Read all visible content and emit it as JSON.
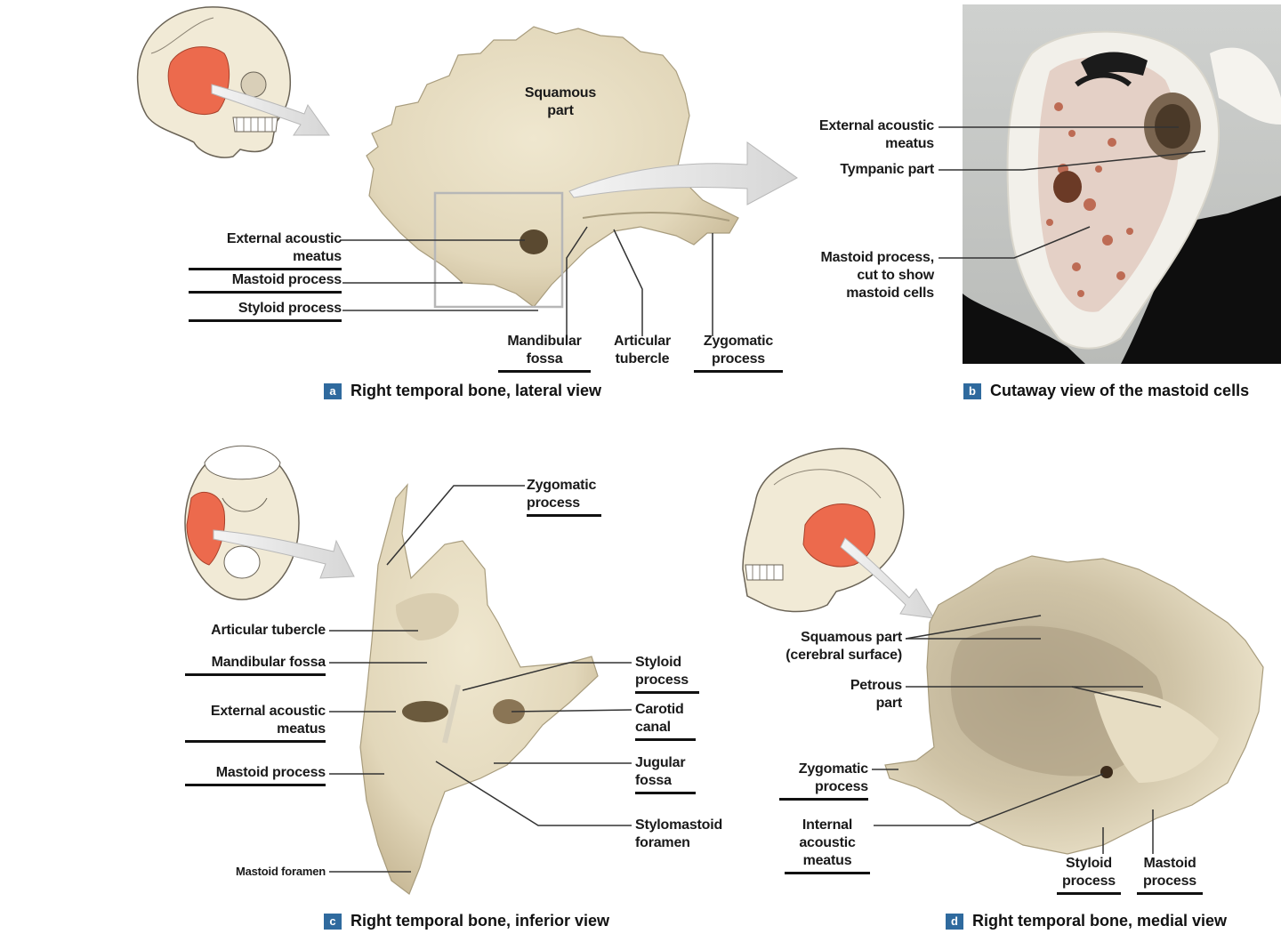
{
  "panel_a": {
    "badge": "a",
    "caption": "Right temporal bone, lateral view",
    "squamous_line1": "Squamous",
    "squamous_line2": "part",
    "ext_meatus_line1": "External acoustic",
    "ext_meatus_line2": "meatus",
    "mastoid_process": "Mastoid process",
    "styloid_process": "Styloid process",
    "mandibular_line1": "Mandibular",
    "mandibular_line2": "fossa",
    "articular_line1": "Articular",
    "articular_line2": "tubercle",
    "zygomatic_line1": "Zygomatic",
    "zygomatic_line2": "process"
  },
  "panel_b": {
    "badge": "b",
    "caption": "Cutaway view of the mastoid cells",
    "ext_meatus_line1": "External acoustic",
    "ext_meatus_line2": "meatus",
    "tympanic": "Tympanic part",
    "mastoid_line1": "Mastoid process,",
    "mastoid_line2": "cut to show",
    "mastoid_line3": "mastoid cells"
  },
  "panel_c": {
    "badge": "c",
    "caption": "Right temporal bone, inferior view",
    "zygomatic_line1": "Zygomatic",
    "zygomatic_line2": "process",
    "articular_tubercle": "Articular tubercle",
    "mandibular_fossa": "Mandibular fossa",
    "ext_meatus_line1": "External acoustic",
    "ext_meatus_line2": "meatus",
    "mastoid_process": "Mastoid process",
    "mastoid_foramen": "Mastoid foramen",
    "styloid_line1": "Styloid",
    "styloid_line2": "process",
    "carotid_line1": "Carotid",
    "carotid_line2": "canal",
    "jugular_line1": "Jugular",
    "jugular_line2": "fossa",
    "stylomastoid_line1": "Stylomastoid",
    "stylomastoid_line2": "foramen"
  },
  "panel_d": {
    "badge": "d",
    "caption": "Right temporal bone, medial view",
    "squamous_line1": "Squamous part",
    "squamous_line2": "(cerebral surface)",
    "petrous_line1": "Petrous",
    "petrous_line2": "part",
    "zygomatic_line1": "Zygomatic",
    "zygomatic_line2": "process",
    "internal_line1": "Internal",
    "internal_line2": "acoustic",
    "internal_line3": "meatus",
    "styloid_line1": "Styloid",
    "styloid_line2": "process",
    "mastoid_line1": "Mastoid",
    "mastoid_line2": "process"
  },
  "colors": {
    "bone": "#e6dcc1",
    "bone_shadow": "#c7b897",
    "highlight": "#ec6a4d",
    "leader": "#333333",
    "badge": "#2f6a9e",
    "photo_dark": "#0e0e0e"
  }
}
